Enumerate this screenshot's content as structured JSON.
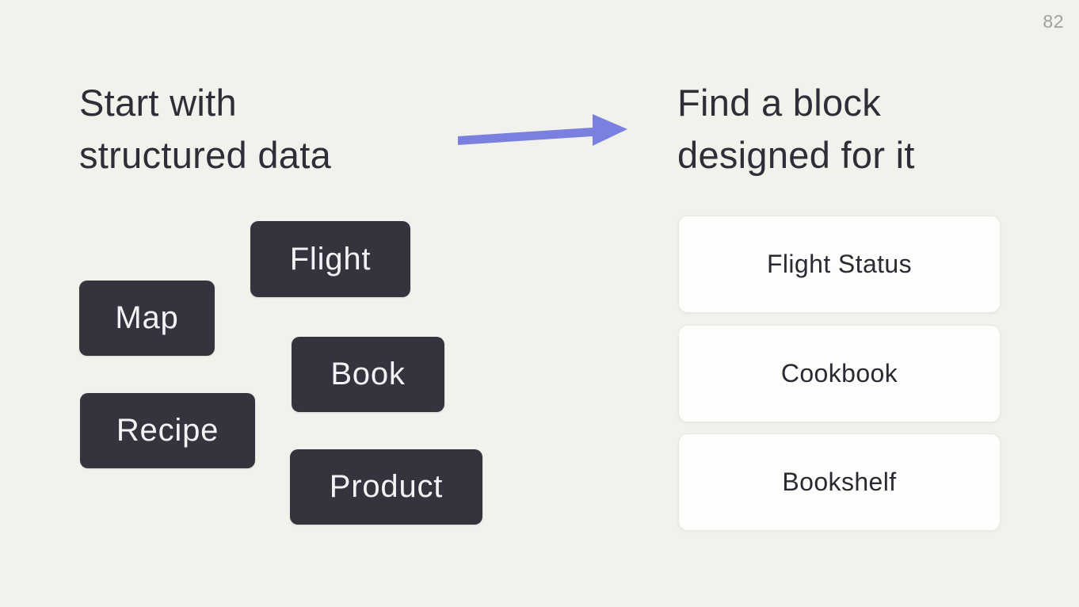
{
  "slide": {
    "page_number": "82",
    "left": {
      "heading_line1": "Start with",
      "heading_line2": "structured data",
      "chips": [
        {
          "id": "flight",
          "label": "Flight"
        },
        {
          "id": "map",
          "label": "Map"
        },
        {
          "id": "book",
          "label": "Book"
        },
        {
          "id": "recipe",
          "label": "Recipe"
        },
        {
          "id": "product",
          "label": "Product"
        }
      ]
    },
    "right": {
      "heading_line1": "Find a block",
      "heading_line2": "designed for it",
      "cards": [
        {
          "id": "flight-status",
          "label": "Flight Status"
        },
        {
          "id": "cookbook",
          "label": "Cookbook"
        },
        {
          "id": "bookshelf",
          "label": "Bookshelf"
        }
      ]
    },
    "colors": {
      "background": "#f0f2eb",
      "heading_text": "#2f2e38",
      "chip_background": "#35333e",
      "chip_text": "#f3f2f4",
      "card_background": "#fdfdfc",
      "card_border": "#e6e8e1",
      "card_text": "#2b2a33",
      "arrow": "#7b80e0",
      "page_number": "#a0a09e"
    }
  }
}
